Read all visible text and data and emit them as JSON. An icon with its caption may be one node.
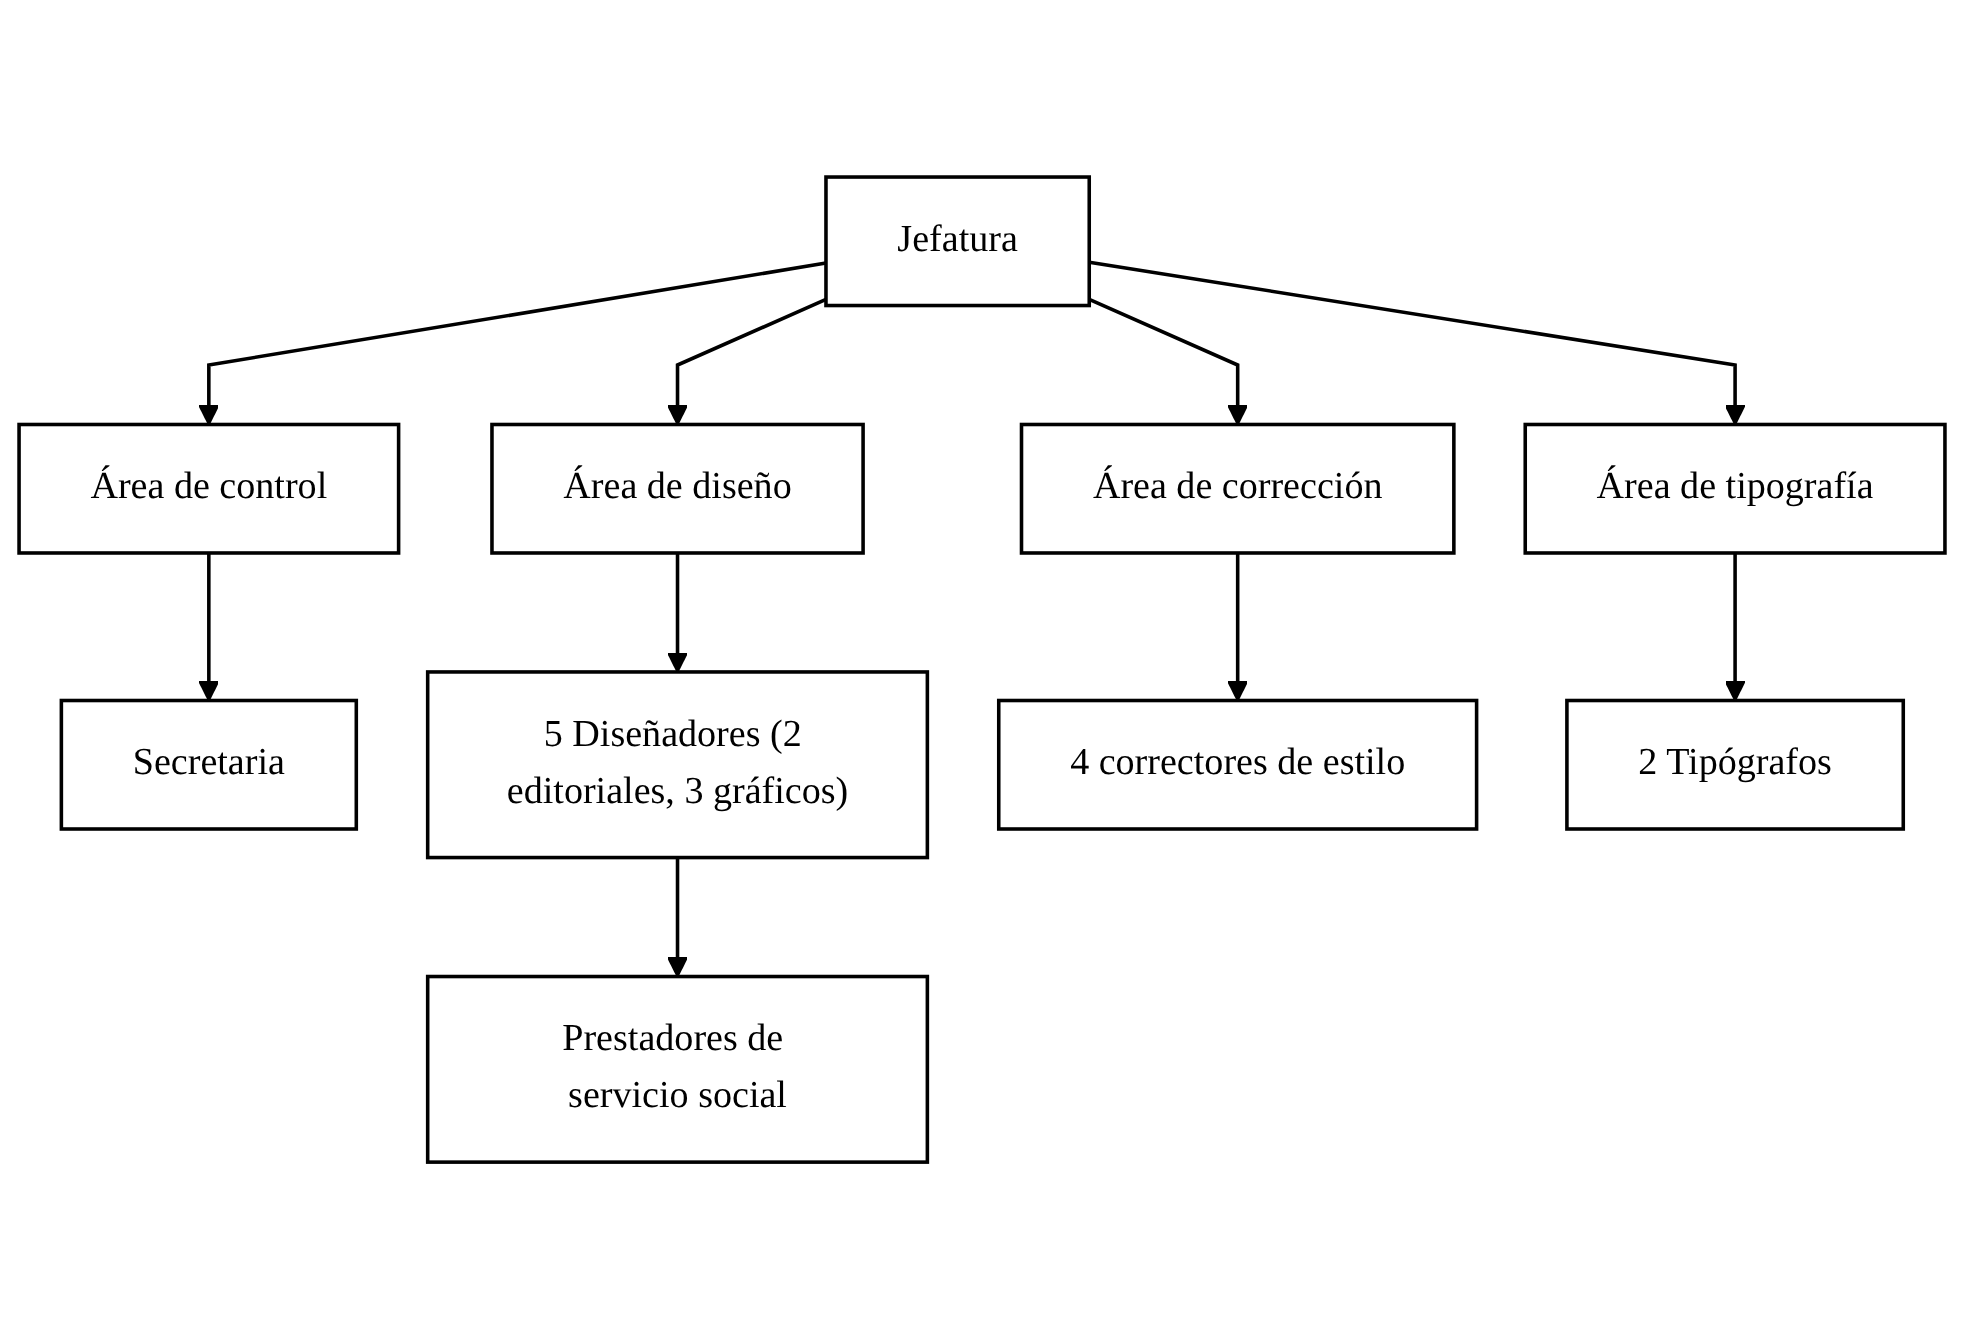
{
  "diagram": {
    "nodes": [
      {
        "text": [
          "Jefatura"
        ]
      },
      {
        "text": [
          "Área de control"
        ]
      },
      {
        "text": [
          "Área de diseño"
        ]
      },
      {
        "text": [
          "Área de corrección"
        ]
      },
      {
        "text": [
          "Área de tipografía"
        ]
      },
      {
        "text": [
          "Secretaria"
        ]
      },
      {
        "text": [
          "5 Diseñadores (2 editoriales, 3 gráficos)"
        ]
      },
      {
        "text": [
          "4 correctores de estilo"
        ]
      },
      {
        "text": [
          "2 Tipógrafos"
        ]
      },
      {
        "text": [
          "Prestadores de servicio social"
        ]
      }
    ],
    "edges": [
      {
        "from": 0,
        "to": 1,
        "arrow": "to"
      },
      {
        "from": 0,
        "to": 2,
        "arrow": "to"
      },
      {
        "from": 0,
        "to": 3,
        "arrow": "to"
      },
      {
        "from": 0,
        "to": 4,
        "arrow": "to"
      },
      {
        "from": 1,
        "to": 5,
        "arrow": "to"
      },
      {
        "from": 2,
        "to": 6,
        "arrow": "to"
      },
      {
        "from": 3,
        "to": 7,
        "arrow": "to"
      },
      {
        "from": 4,
        "to": 8,
        "arrow": "to"
      },
      {
        "from": 6,
        "to": 9,
        "arrow": "to"
      }
    ]
  }
}
